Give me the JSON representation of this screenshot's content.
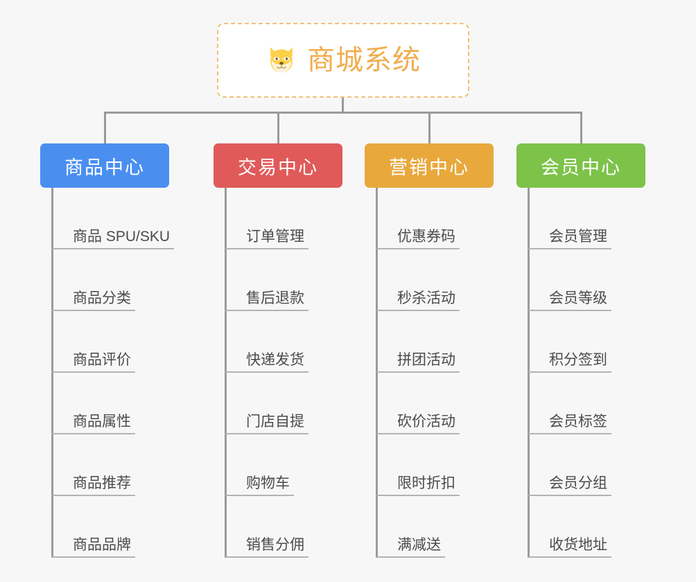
{
  "root": {
    "title": "商城系统",
    "icon": "shiba-dog-icon",
    "accent_color": "#f0ad4e",
    "border_color": "#f2c078"
  },
  "canvas": {
    "background_color": "#f7f7f7",
    "connector_color": "#9a9a9a"
  },
  "columns": [
    {
      "header": "商品中心",
      "color": "#4a8ff0",
      "items": [
        "商品 SPU/SKU",
        "商品分类",
        "商品评价",
        "商品属性",
        "商品推荐",
        "商品品牌"
      ]
    },
    {
      "header": "交易中心",
      "color": "#e05a5a",
      "items": [
        "订单管理",
        "售后退款",
        "快递发货",
        "门店自提",
        "购物车",
        "销售分佣"
      ]
    },
    {
      "header": "营销中心",
      "color": "#e8a83c",
      "items": [
        "优惠券码",
        "秒杀活动",
        "拼团活动",
        "砍价活动",
        "限时折扣",
        "满减送"
      ]
    },
    {
      "header": "会员中心",
      "color": "#7dc34a",
      "items": [
        "会员管理",
        "会员等级",
        "积分签到",
        "会员标签",
        "会员分组",
        "收货地址"
      ]
    }
  ]
}
